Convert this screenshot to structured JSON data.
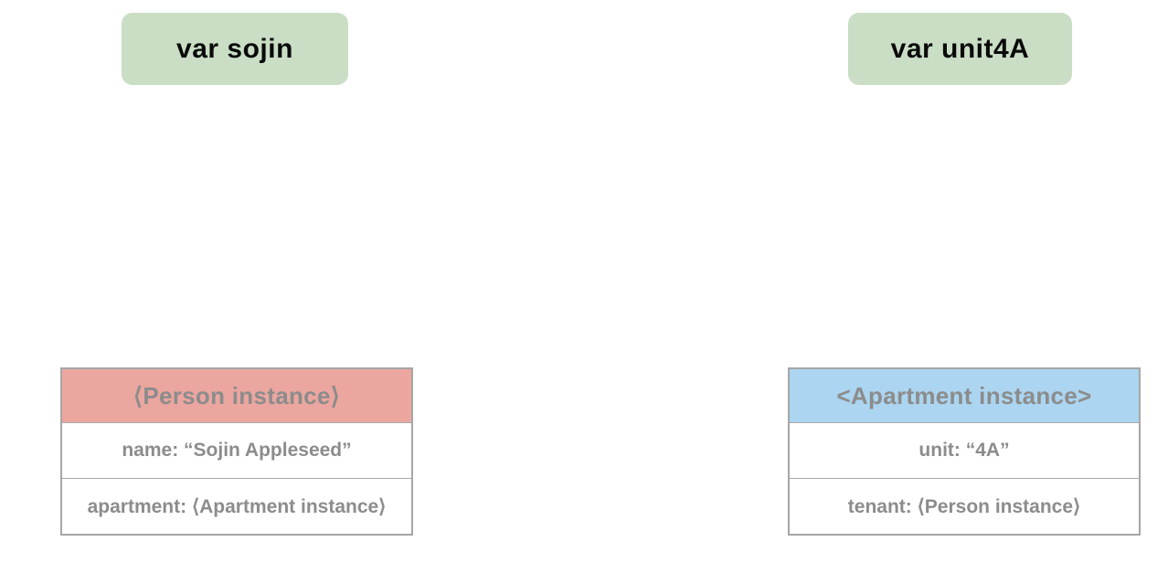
{
  "variables": [
    {
      "label": "var sojin"
    },
    {
      "label": "var unit4A"
    }
  ],
  "instances": [
    {
      "title": "⟨Person instance⟩",
      "rows": [
        "name: “Sojin Appleseed”",
        "apartment: ⟨Apartment instance⟩"
      ]
    },
    {
      "title": "<Apartment instance>",
      "rows": [
        "unit: “4A”",
        "tenant: ⟨Person instance⟩"
      ]
    }
  ],
  "colors": {
    "variable_fill": "#c9dec5",
    "person_header_fill": "#eba69f",
    "apartment_header_fill": "#abd5f0",
    "table_text": "#8c8c8c",
    "variable_text": "#0a0a0a",
    "border": "#a6a6a6"
  }
}
